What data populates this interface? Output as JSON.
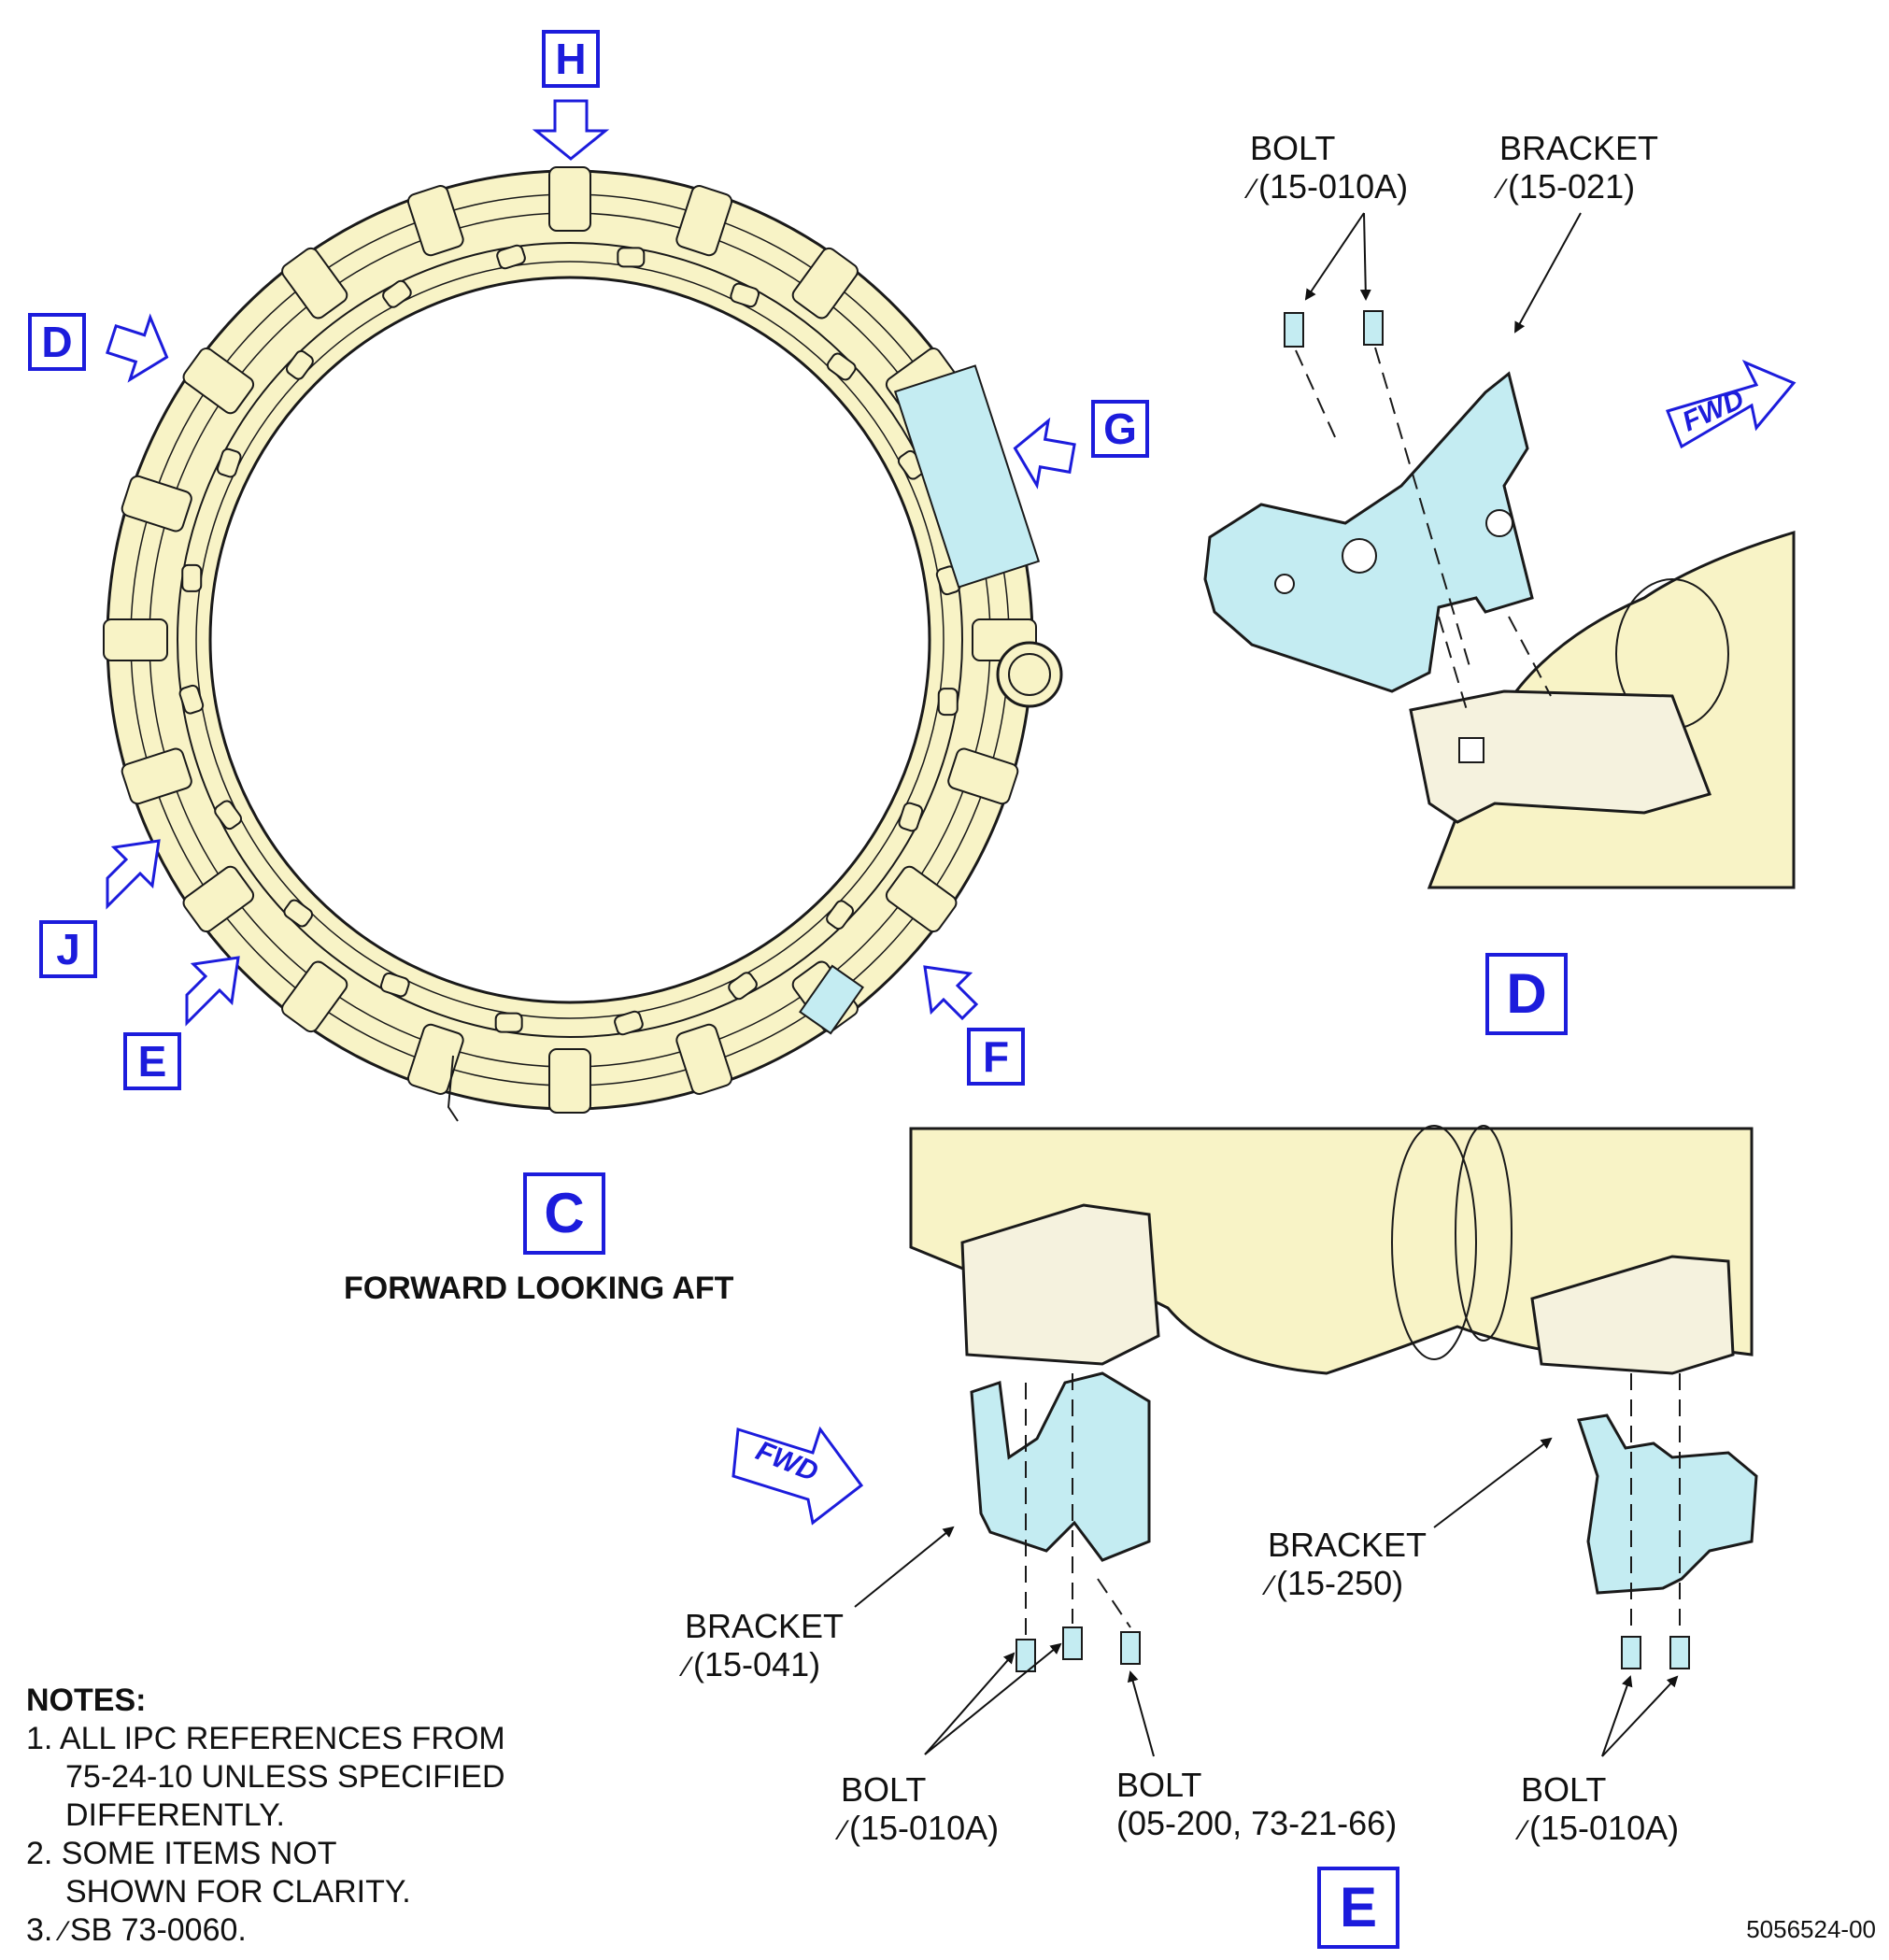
{
  "colors": {
    "view_marker": "#1c1cdc",
    "part_fill": "#f8f3c6",
    "bracket_fill": "#c4ecf2",
    "line": "#1a1a1a"
  },
  "view_markers": {
    "h": "H",
    "d": "D",
    "g": "G",
    "j": "J",
    "e": "E",
    "f": "F",
    "c": "C",
    "detail_d": "D",
    "detail_e": "E"
  },
  "view_caption": "FORWARD LOOKING AFT",
  "fwd_label": "FWD",
  "effectivity_symbol": "∕",
  "callouts": {
    "d_bolt": {
      "name": "BOLT",
      "ref": "(15-010A)"
    },
    "d_bracket": {
      "name": "BRACKET",
      "ref": "(15-021)"
    },
    "e_bracket_left": {
      "name": "BRACKET",
      "ref": "(15-041)"
    },
    "e_bolt_left": {
      "name": "BOLT",
      "ref": "(15-010A)"
    },
    "e_bolt_mid": {
      "name": "BOLT",
      "ref": "(05-200, 73-21-66)"
    },
    "e_bracket_right": {
      "name": "BRACKET",
      "ref": "(15-250)"
    },
    "e_bolt_right": {
      "name": "BOLT",
      "ref": "(15-010A)"
    }
  },
  "notes": {
    "title": "NOTES:",
    "n1a": "1. ALL IPC REFERENCES FROM",
    "n1b": "75-24-10 UNLESS SPECIFIED",
    "n1c": "DIFFERENTLY.",
    "n2a": "2. SOME ITEMS NOT",
    "n2b": "SHOWN FOR CLARITY.",
    "n3": "SB 73-0060.",
    "n3_prefix": "3."
  },
  "figure_id": "5056524-00"
}
